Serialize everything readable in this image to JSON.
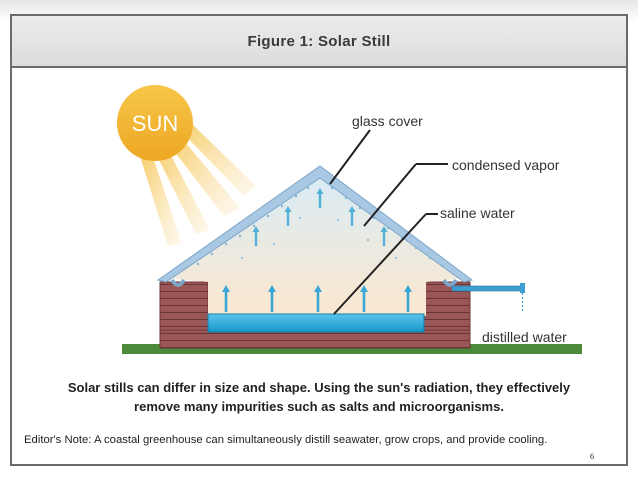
{
  "figure": {
    "title": "Figure 1: Solar Still"
  },
  "diagram": {
    "sun_label": "SUN",
    "labels": {
      "glass_cover": "glass cover",
      "condensed_vapor": "condensed vapor",
      "saline_water": "saline water",
      "distilled_water": "distilled water"
    }
  },
  "caption": {
    "line1": "Solar stills can differ in size and shape. Using the sun's radiation, they effectively",
    "line2": "remove many impurities such as salts and microorganisms."
  },
  "note": "Editor's Note: A coastal greenhouse can simultaneously distill seawater, grow crops, and provide cooling.",
  "page_number": "6",
  "colors": {
    "sun": "#f2b531",
    "brick": "#8a4a4a",
    "water": "#1aa6d9",
    "glass": "#aac8e2",
    "ground": "#4a8a3a"
  }
}
